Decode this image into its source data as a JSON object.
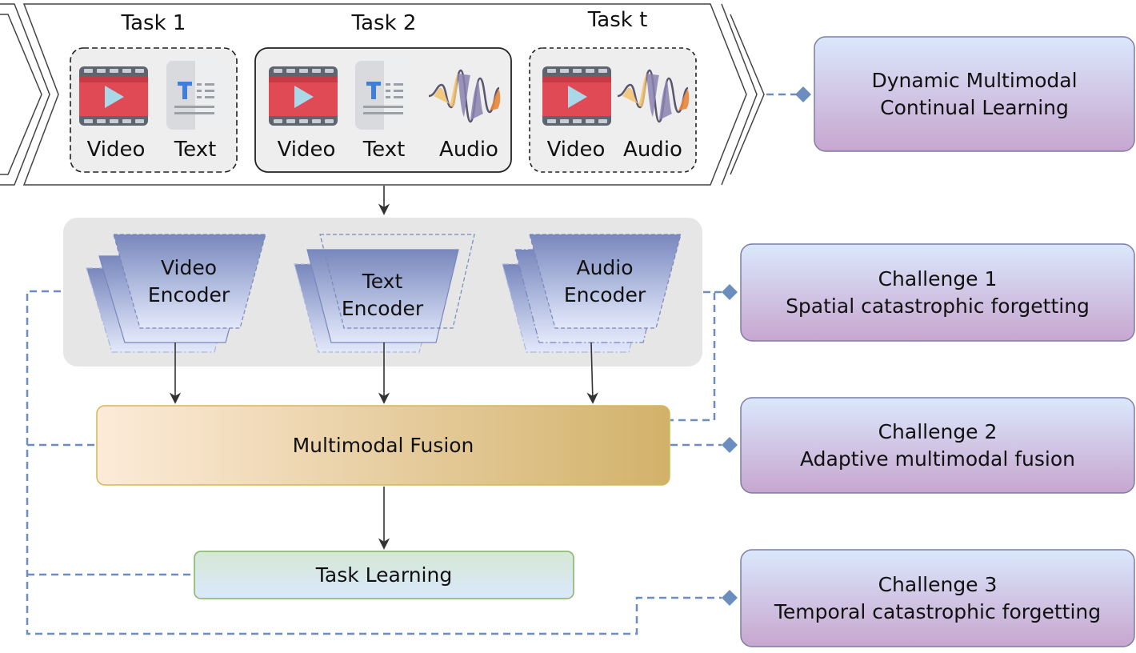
{
  "pipeline": {
    "tasks": [
      {
        "title": "Task 1",
        "modalities": [
          "Video",
          "Text"
        ]
      },
      {
        "title": "Task 2",
        "modalities": [
          "Video",
          "Text",
          "Audio"
        ]
      },
      {
        "title": "Task t",
        "modalities": [
          "Video",
          "Audio"
        ]
      }
    ],
    "encoders": [
      {
        "line1": "Video",
        "line2": "Encoder"
      },
      {
        "line1": "Text",
        "line2": "Encoder"
      },
      {
        "line1": "Audio",
        "line2": "Encoder"
      }
    ],
    "fusion_label": "Multimodal Fusion",
    "task_learning_label": "Task Learning"
  },
  "side_boxes": {
    "dynamic": {
      "line1": "Dynamic Multimodal",
      "line2": "Continual Learning"
    },
    "challenges": [
      {
        "line1": "Challenge 1",
        "line2": "Spatial catastrophic forgetting"
      },
      {
        "line1": "Challenge 2",
        "line2": "Adaptive multimodal fusion"
      },
      {
        "line1": "Challenge 3",
        "line2": "Temporal catastrophic forgetting"
      }
    ]
  },
  "colors": {
    "side_box_top": "#dae8fc",
    "side_box_bottom": "#c7a6cf",
    "side_box_border": "#7c7ca8",
    "encoder_top": "#7887bd",
    "encoder_bottom": "#e3e9fb",
    "fusion_left": "#fdebd9",
    "fusion_right": "#d2b26a",
    "fusion_border": "#d6b656",
    "task_learning_top": "#d5e8d4",
    "task_learning_bottom": "#dae8fc",
    "task_learning_border": "#82b366",
    "dashed_connector": "#6c8ebf",
    "encoder_panel": "#e6e6e6",
    "video_icon_red": "#e04a55",
    "audio_wave_purple": "#8a82b0",
    "audio_wave_orange": "#e8853a"
  }
}
